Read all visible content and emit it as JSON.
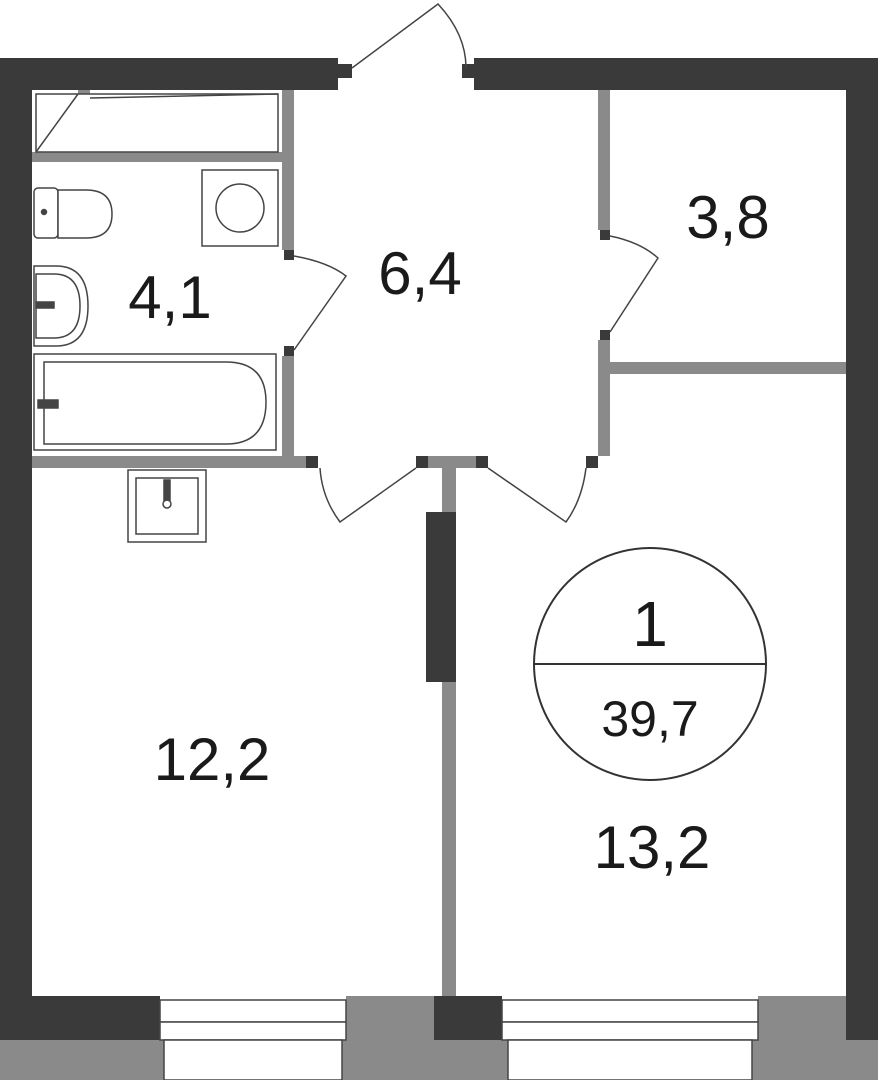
{
  "rooms": {
    "bathroom_area": "4,1",
    "hall_area": "6,4",
    "storage_area": "3,8",
    "kitchen_area": "12,2",
    "living_area": "13,2"
  },
  "badge": {
    "rooms_count": "1",
    "total_area": "39,7"
  },
  "colors": {
    "outer_wall": "#3a3a3a",
    "partition": "#8a8a8a",
    "line": "#444444"
  }
}
